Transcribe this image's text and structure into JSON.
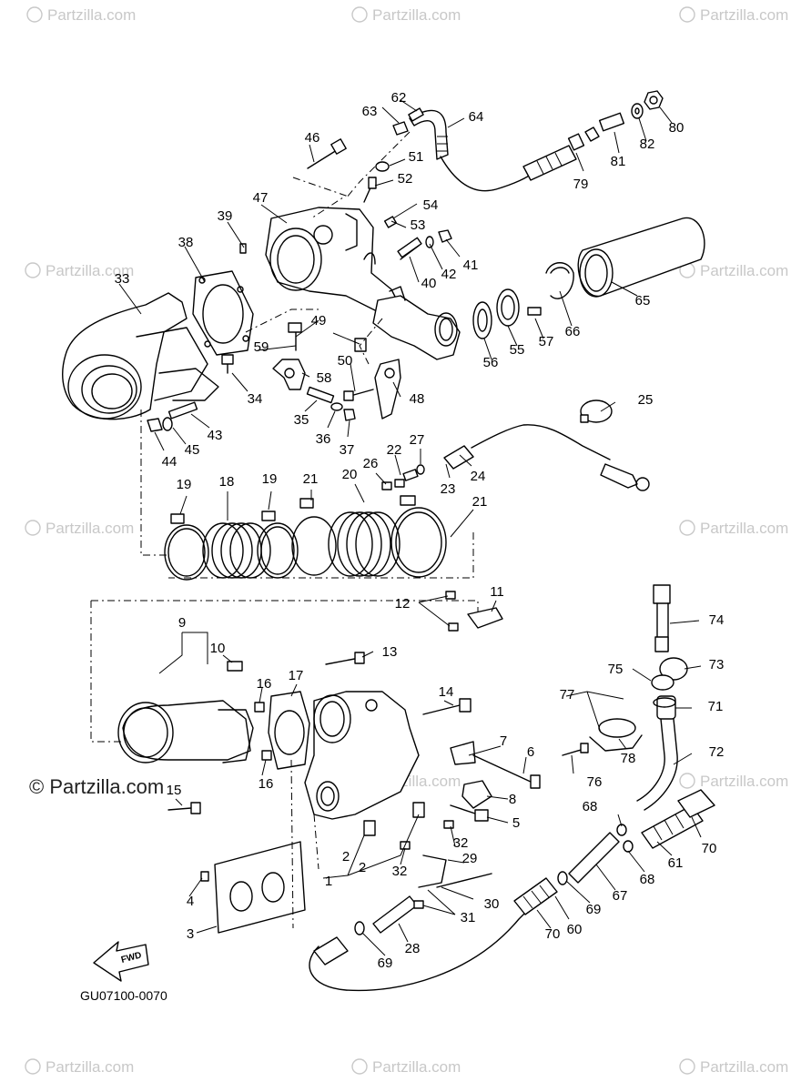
{
  "watermark": {
    "text": "Partzilla.com",
    "symbol": "copyright-symbol"
  },
  "brand_mark": {
    "text": "© Partzilla.com"
  },
  "diagram_code": "GU07100-0070",
  "direction_badge": "FWD",
  "callouts": [
    "1",
    "2",
    "2",
    "3",
    "4",
    "5",
    "6",
    "7",
    "8",
    "9",
    "10",
    "11",
    "12",
    "13",
    "14",
    "15",
    "16",
    "16",
    "17",
    "18",
    "19",
    "19",
    "20",
    "21",
    "21",
    "22",
    "23",
    "24",
    "25",
    "26",
    "27",
    "28",
    "29",
    "30",
    "31",
    "32",
    "32",
    "33",
    "34",
    "35",
    "36",
    "37",
    "38",
    "39",
    "40",
    "41",
    "42",
    "43",
    "44",
    "45",
    "46",
    "47",
    "48",
    "49",
    "50",
    "51",
    "52",
    "53",
    "54",
    "55",
    "56",
    "57",
    "58",
    "59",
    "60",
    "61",
    "62",
    "63",
    "64",
    "65",
    "66",
    "67",
    "68",
    "68",
    "69",
    "69",
    "70",
    "70",
    "71",
    "72",
    "73",
    "74",
    "75",
    "76",
    "77",
    "78",
    "79",
    "80",
    "81",
    "82"
  ]
}
